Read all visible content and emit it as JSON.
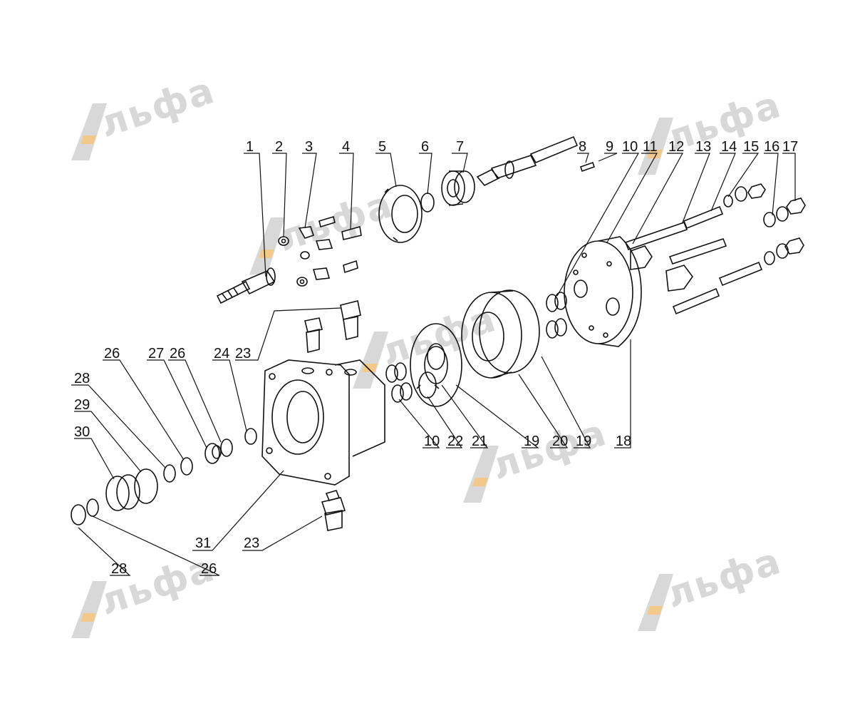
{
  "watermark": {
    "text": "льфа",
    "color": "#d8d8d8",
    "accent": "#f2c98a"
  },
  "callouts": {
    "c1": "1",
    "c2": "2",
    "c3": "3",
    "c4": "4",
    "c5": "5",
    "c6": "6",
    "c7": "7",
    "c8": "8",
    "c9": "9",
    "c10a": "10",
    "c11": "11",
    "c12": "12",
    "c13": "13",
    "c14": "14",
    "c15": "15",
    "c16": "16",
    "c17": "17",
    "c26a": "26",
    "c27": "27",
    "c26b": "26",
    "c24": "24",
    "c23a": "23",
    "c28a": "28",
    "c29": "29",
    "c30": "30",
    "c10b": "10",
    "c22": "22",
    "c21": "21",
    "c19a": "19",
    "c20": "20",
    "c19b": "19",
    "c18": "18",
    "c31": "31",
    "c23b": "23",
    "c28b": "28",
    "c26c": "26"
  }
}
